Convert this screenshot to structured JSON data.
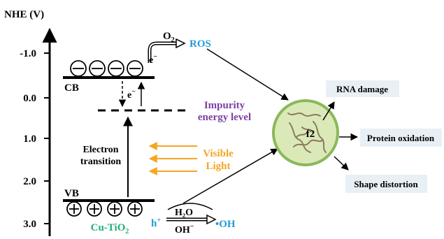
{
  "axis": {
    "title": "NHE (V)",
    "ticks": [
      "-1.0",
      "0.0",
      "1.0",
      "2.0",
      "3.0"
    ]
  },
  "bands": {
    "cb_label": "CB",
    "vb_label": "VB",
    "impurity_line1": "Impurity",
    "impurity_line2": "energy level",
    "material_base": "Cu-TiO",
    "material_sub": "2"
  },
  "transitions": {
    "electron_line1": "Electron",
    "electron_line2": "transition",
    "electron_symbol": "e",
    "electron_charge": "−",
    "visible_line1": "Visible",
    "visible_line2": "Light"
  },
  "reactions": {
    "o2_base": "O",
    "o2_sub": "2",
    "ros": "ROS",
    "hole_symbol": "h",
    "hole_charge": "+",
    "h2o": "H₂O",
    "oh_minus_base": "OH",
    "oh_minus_charge": "−",
    "radical_base": "OH",
    "radical_dot": "•"
  },
  "cell": {
    "label": "f2",
    "effects": [
      "RNA damage",
      "Protein oxidation",
      "Shape distortion"
    ]
  },
  "colors": {
    "ros": "#1f9bd6",
    "impurity": "#7b3fa6",
    "visible": "#f5a623",
    "material": "#1fae7a",
    "hole": "#1f9bd6",
    "radical": "#1f9bd6",
    "cell_fill": "#dbe9b8",
    "cell_stroke": "#8ab85a",
    "effect_box": "#e8f0f6",
    "strands": "#8c7a5c"
  }
}
